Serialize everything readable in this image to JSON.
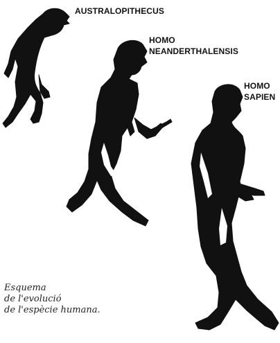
{
  "species": [
    {
      "lines": [
        "AUSTRALOPITHECUS"
      ]
    },
    {
      "lines": [
        "HOMO",
        "NEANDERTHALENSIS"
      ]
    },
    {
      "lines": [
        "HOMO",
        "SAPIEN"
      ]
    }
  ],
  "caption": {
    "lines": [
      "Esquema",
      "de l'evolució",
      "de l'espècie humana."
    ]
  }
}
